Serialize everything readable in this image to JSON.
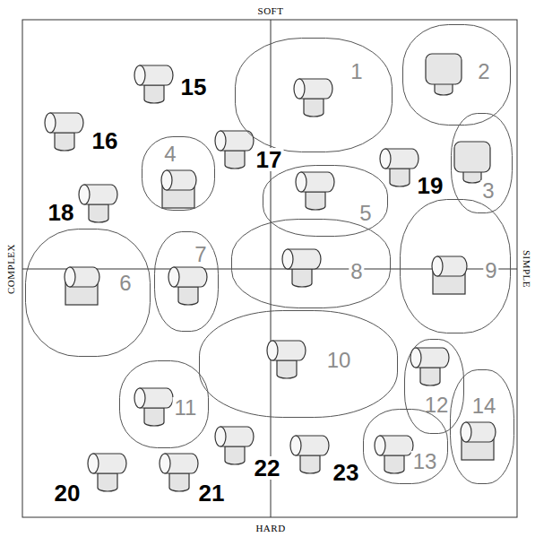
{
  "diagram": {
    "nodes": [
      {
        "text": [
          "1"
        ]
      },
      {
        "text": [
          "2"
        ]
      },
      {
        "text": [
          "3"
        ]
      },
      {
        "text": [
          "4"
        ]
      },
      {
        "text": [
          "5"
        ]
      },
      {
        "text": [
          "6"
        ]
      },
      {
        "text": [
          "7"
        ]
      },
      {
        "text": [
          "8"
        ]
      },
      {
        "text": [
          "9"
        ]
      },
      {
        "text": [
          "10"
        ]
      },
      {
        "text": [
          "11"
        ]
      },
      {
        "text": [
          "12"
        ]
      },
      {
        "text": [
          "13"
        ]
      },
      {
        "text": [
          "14"
        ]
      }
    ],
    "labels": [
      "SOFT",
      "15",
      "16",
      "17",
      "18",
      "19",
      "COMPLEX",
      "SIMPLE",
      "20",
      "21",
      "22",
      "23",
      "HARD"
    ]
  }
}
